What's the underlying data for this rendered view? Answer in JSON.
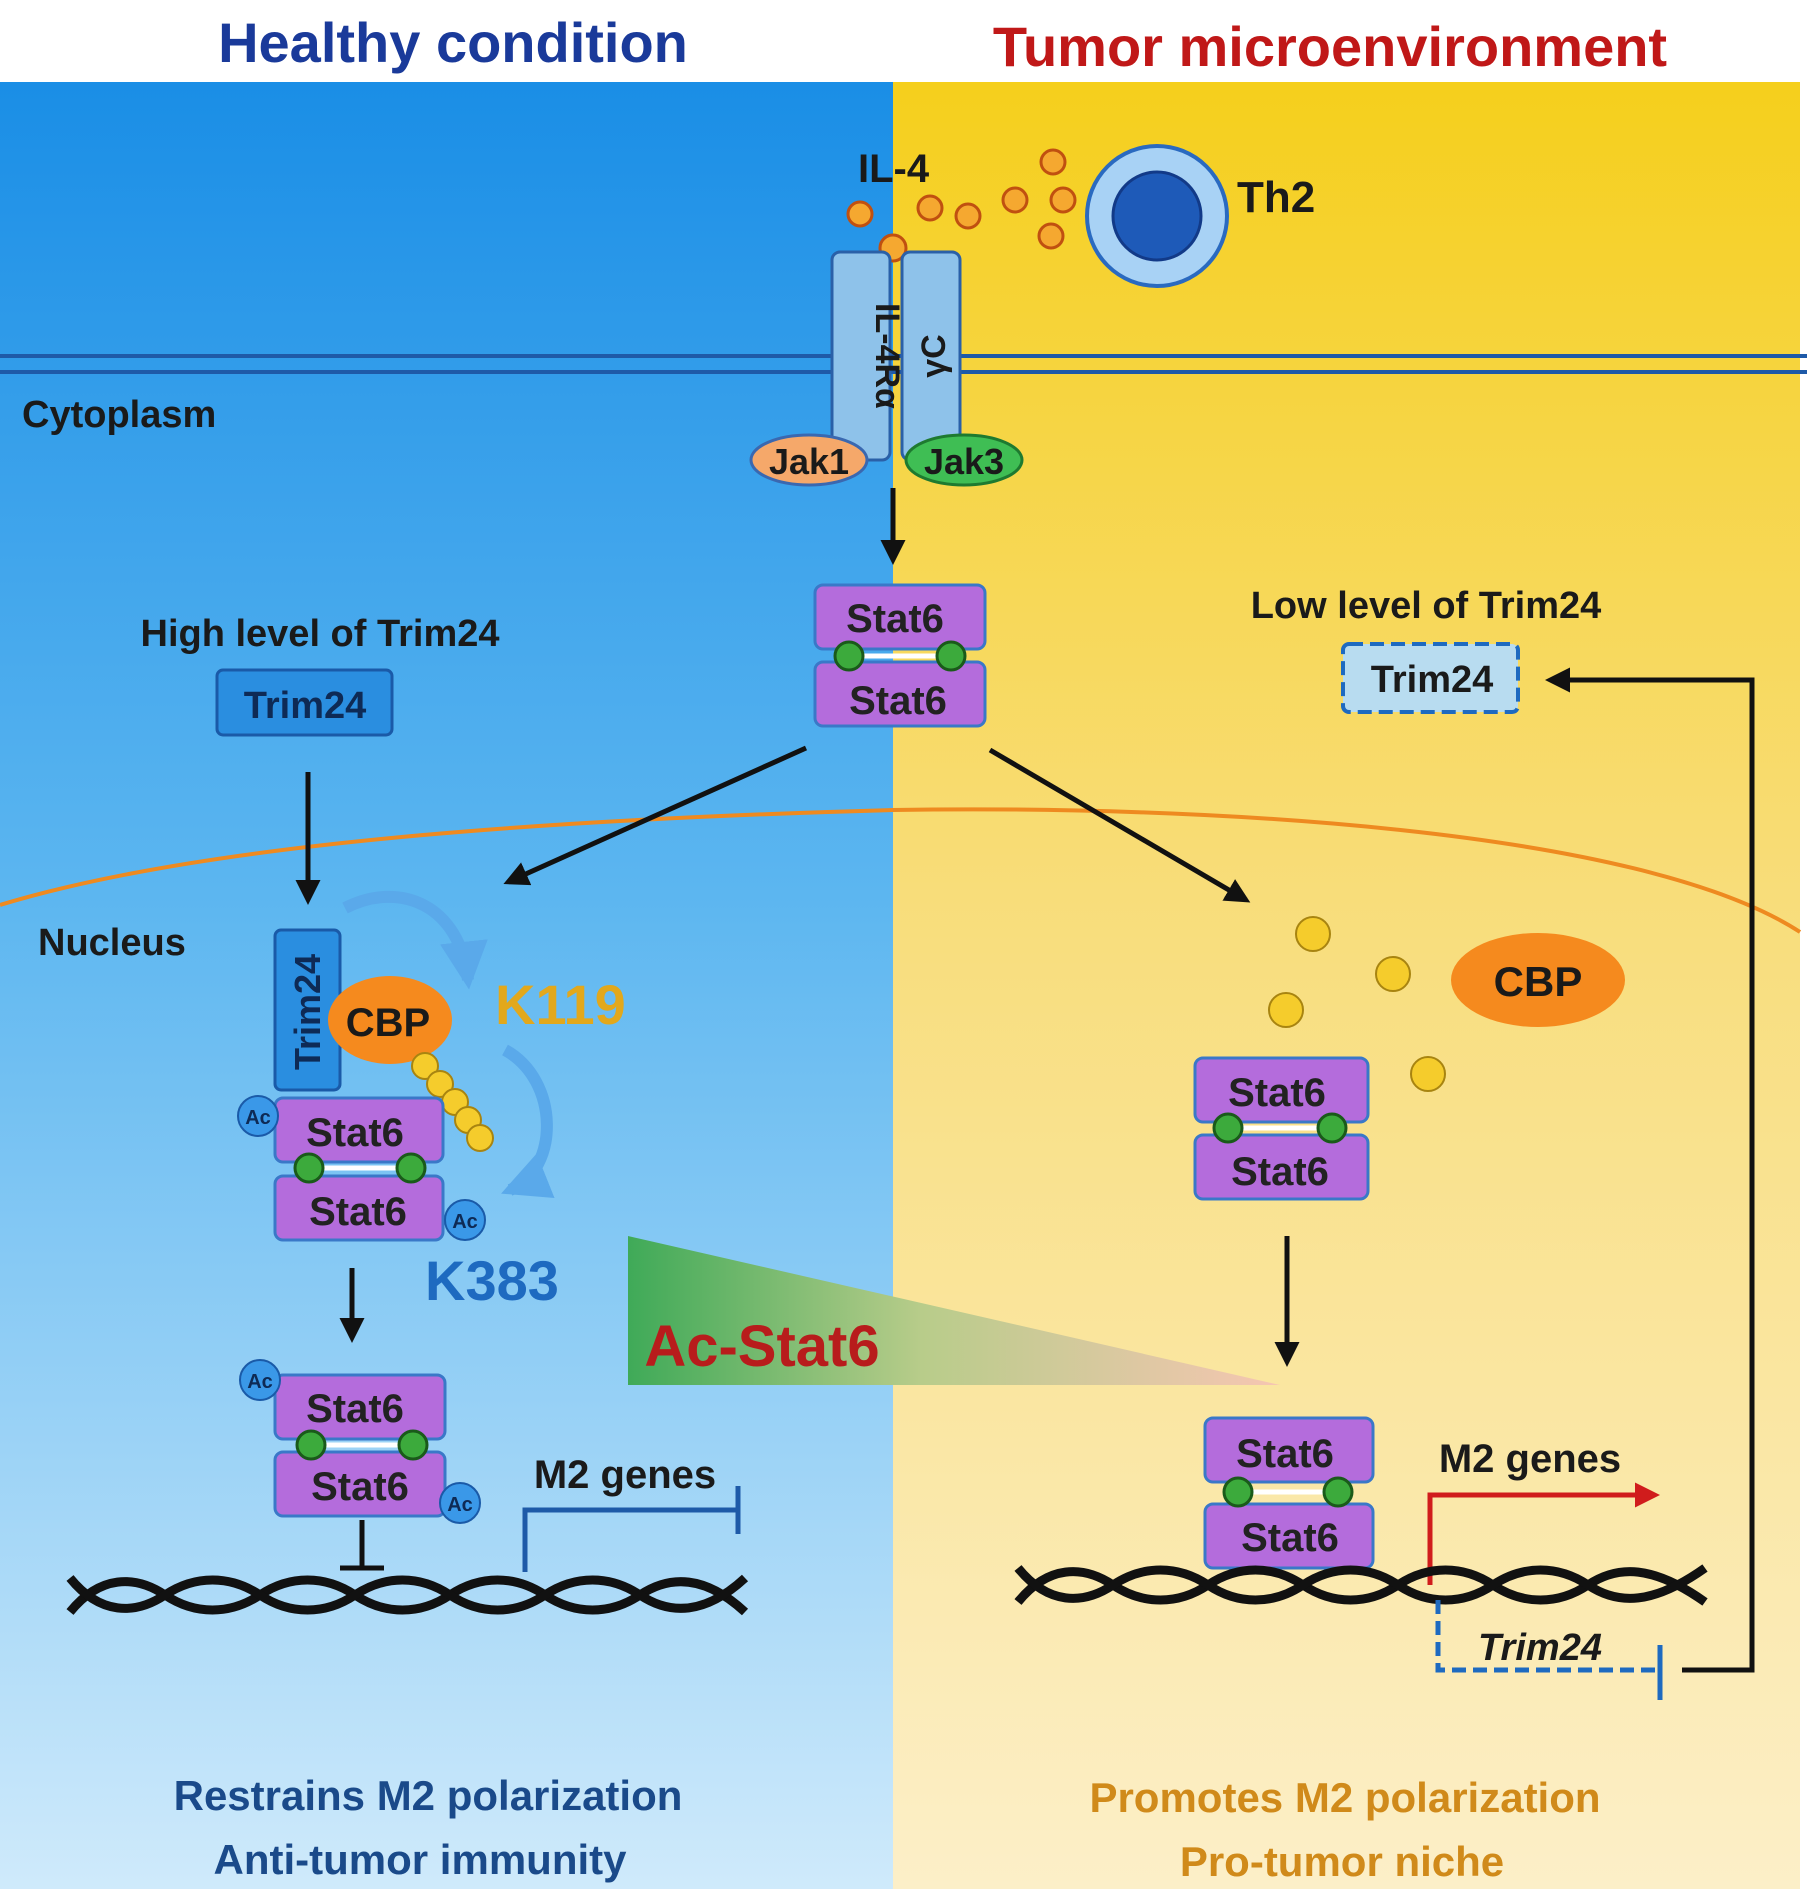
{
  "headers": {
    "left": "Healthy condition",
    "right": "Tumor microenvironment"
  },
  "colors": {
    "left_title": "#1a3a9a",
    "right_title": "#c01818",
    "left_footer": "#1a4a8a",
    "right_footer": "#d08a1a",
    "k119": "#e2a81c",
    "k383": "#1e6ac0",
    "ac_stat6": "#b81c1c"
  },
  "receptor": {
    "ligand": "IL-4",
    "chain_alpha": "IL-4Rα",
    "chain_gamma": "γC",
    "jak1": "Jak1",
    "jak3": "Jak3",
    "cell": "Th2"
  },
  "compartments": {
    "cytoplasm": "Cytoplasm",
    "nucleus": "Nucleus"
  },
  "protein": "Stat6",
  "trim24": "Trim24",
  "cbp": "CBP",
  "ac_badge": "Ac",
  "left": {
    "level_label": "High level of Trim24",
    "k119": "K119",
    "k383": "K383",
    "genes": "M2 genes",
    "outcome_1": "Restrains M2 polarization",
    "outcome_2": "Anti-tumor immunity"
  },
  "right": {
    "level_label": "Low level of Trim24",
    "genes": "M2 genes",
    "gene_trim24": "Trim24",
    "outcome_1": "Promotes M2 polarization",
    "outcome_2": "Pro-tumor niche"
  },
  "center": {
    "gradient_label": "Ac-Stat6"
  }
}
